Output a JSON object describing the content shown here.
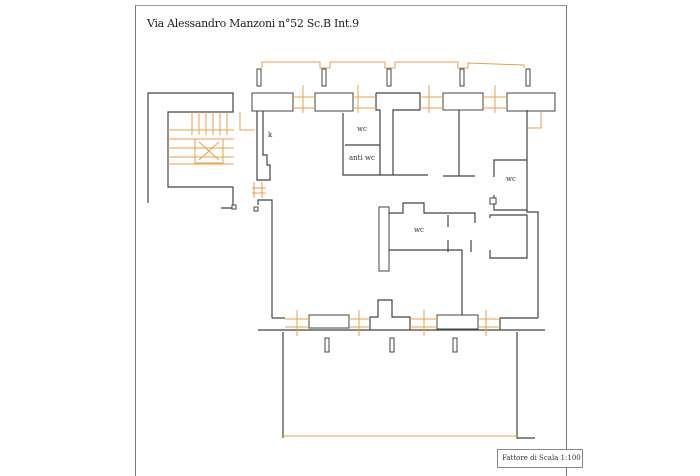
{
  "header": {
    "title": "Via Alessandro Manzoni n°52 Sc.B Int.9"
  },
  "footer": {
    "scale_label": "Fattore di Scala 1:100"
  },
  "plan": {
    "rooms": {
      "kitchen": "k",
      "wc_top": "wc",
      "anti_wc": "anti wc",
      "wc_right": "wc",
      "wc_middle": "wc"
    }
  },
  "colors": {
    "walls": "#444444",
    "windows": "#e8a24a"
  }
}
